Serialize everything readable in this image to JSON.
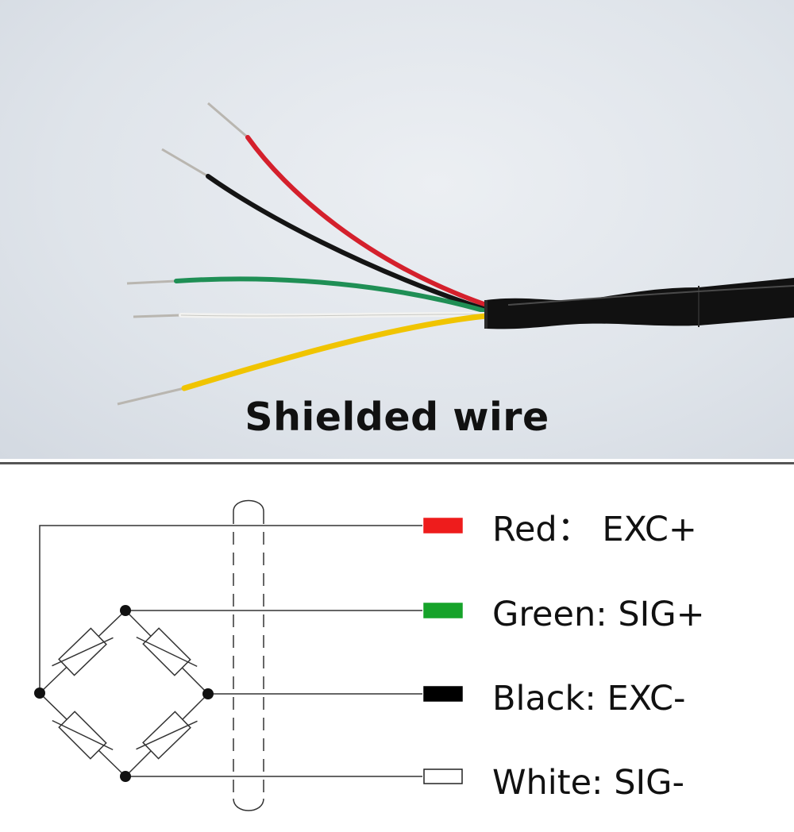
{
  "photo": {
    "caption": "Shielded wire"
  },
  "wires": [
    {
      "color_name": "Red",
      "function": "EXC+",
      "label": "Red：  EXC+",
      "swatch": "#ee1c1c"
    },
    {
      "color_name": "Green",
      "function": "SIG+",
      "label": "Green: SIG+",
      "swatch": "#16a32a"
    },
    {
      "color_name": "Black",
      "function": "EXC-",
      "label": "Black: EXC-",
      "swatch": "#000000"
    },
    {
      "color_name": "White",
      "function": "SIG-",
      "label": "White: SIG-",
      "swatch": "#ffffff"
    }
  ],
  "colors": {
    "cable": "#111111",
    "red_wire": "#d4202c",
    "black_wire": "#141414",
    "green_wire": "#1f8f55",
    "white_wire": "#f2f2f0",
    "yellow_wire": "#f0c400",
    "line": "#333333"
  }
}
